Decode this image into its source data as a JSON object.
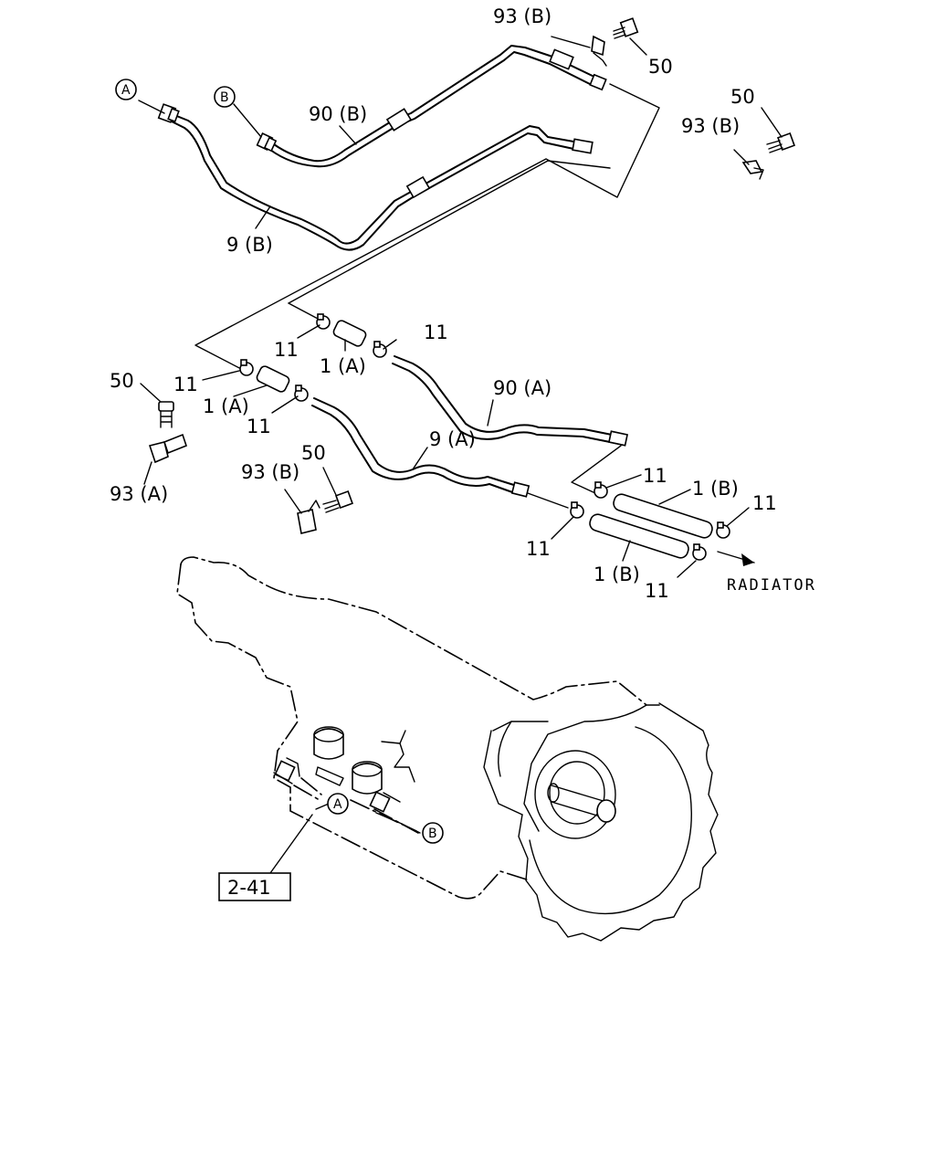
{
  "diagram": {
    "callouts": {
      "c93B_top": "93 (B)",
      "c50_top": "50",
      "c50_right": "50",
      "c93B_right": "93 (B)",
      "c90B": "90 (B)",
      "c9B": "9 (B)",
      "c11_a": "11",
      "c11_b": "11",
      "c1A_a": "1 (A)",
      "c50_left": "50",
      "c11_c": "11",
      "c1A_b": "1 (A)",
      "c11_d": "11",
      "c90A": "90 (A)",
      "c93A": "93 (A)",
      "c93B_mid": "93 (B)",
      "c50_mid": "50",
      "c9A": "9 (A)",
      "c11_e": "11",
      "c1B_a": "1 (B)",
      "c11_f": "11",
      "c11_g": "11",
      "c1B_b": "1 (B)",
      "c11_h": "11",
      "radiator": "RADIATOR",
      "ref_box": "2-41"
    },
    "connectors": {
      "a_top": "A",
      "b_top": "B",
      "a_bottom": "A",
      "b_bottom": "B"
    }
  }
}
